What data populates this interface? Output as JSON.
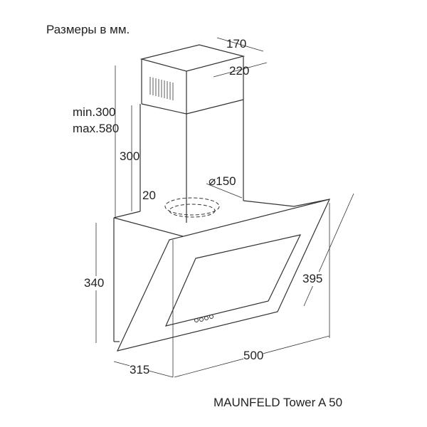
{
  "title": "Размеры в мм.",
  "model": "MAUNFELD Tower A 50",
  "dimensions": {
    "chimney_depth": "170",
    "chimney_width": "220",
    "chimney_min": "min.300",
    "chimney_max": "max.580",
    "chimney_section": "300",
    "duct_diameter": "⌀150",
    "offset": "20",
    "body_height": "340",
    "glass_length": "395",
    "width": "500",
    "depth": "315"
  }
}
